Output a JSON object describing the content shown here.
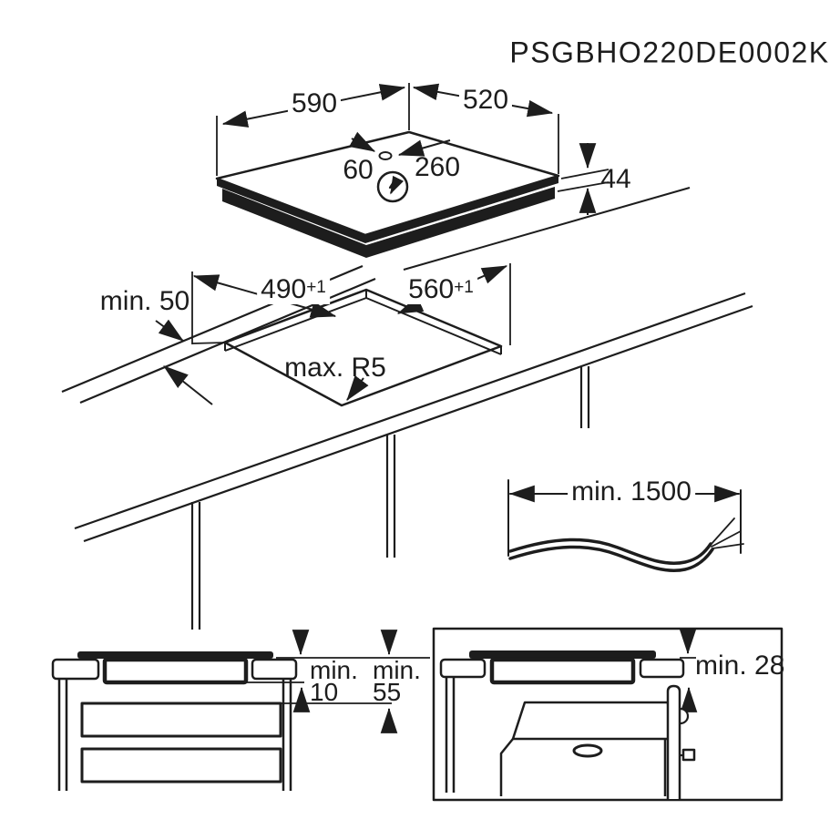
{
  "title": "PSGBHO220DE0002K",
  "colors": {
    "line": "#1d1d1d",
    "background": "#ffffff"
  },
  "hob_view": {
    "width": "590",
    "depth": "520",
    "cable_offset_left": "60",
    "cable_offset_right": "260",
    "height": "44",
    "power_icon": "lightning-bolt-circle"
  },
  "cutout_view": {
    "depth": {
      "value": "490",
      "tolerance": "+1"
    },
    "width": {
      "value": "560",
      "tolerance": "+1"
    },
    "rear_clearance": "min. 50",
    "corner_radius": "max. R5"
  },
  "cable_view": {
    "length": "min. 1500"
  },
  "drawer_view": {
    "hob_to_drawer": {
      "prefix": "min.",
      "value": "10"
    },
    "worktop_to_drawer": {
      "prefix": "min.",
      "value": "55"
    }
  },
  "oven_view": {
    "clearance": "min. 28"
  }
}
